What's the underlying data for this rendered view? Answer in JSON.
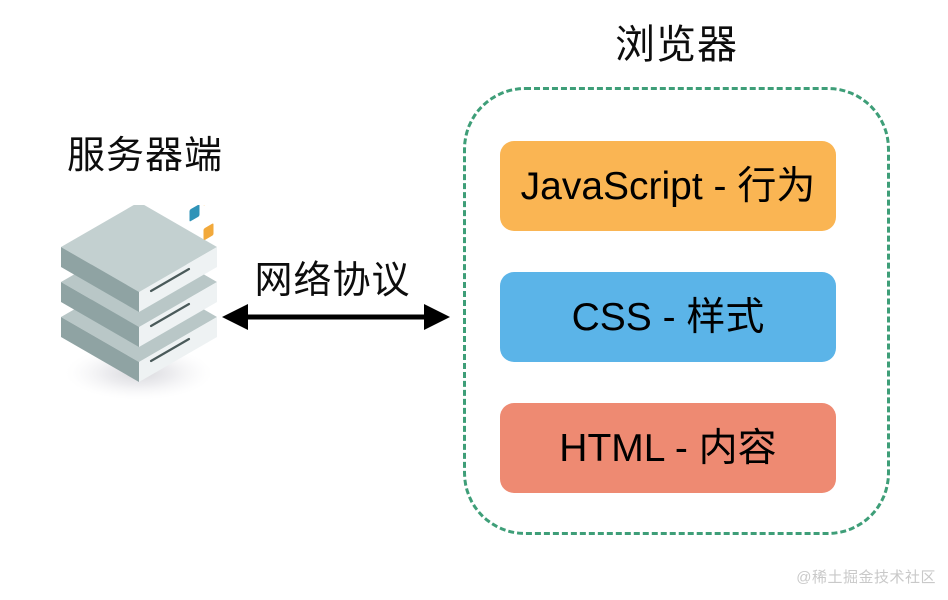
{
  "diagram": {
    "browser": {
      "title": "浏览器",
      "border_color": "#3e9e78",
      "layers": [
        {
          "label": "JavaScript - 行为",
          "color": "#fab553",
          "name": "javascript-behavior"
        },
        {
          "label": "CSS - 样式",
          "color": "#5bb4e8",
          "name": "css-style"
        },
        {
          "label": "HTML - 内容",
          "color": "#ee8a72",
          "name": "html-content"
        }
      ]
    },
    "server": {
      "title": "服务器端",
      "icon": "server-stack-icon",
      "body_color": "#eef2f2",
      "top_color": "#b8c6c6",
      "side_color": "#8fa3a3",
      "led_blue": "#2f93b8",
      "led_orange": "#f2a93b"
    },
    "connection": {
      "label": "网络协议",
      "icon": "double-arrow-icon",
      "color": "#000000"
    },
    "watermark": "@稀土掘金技术社区"
  }
}
